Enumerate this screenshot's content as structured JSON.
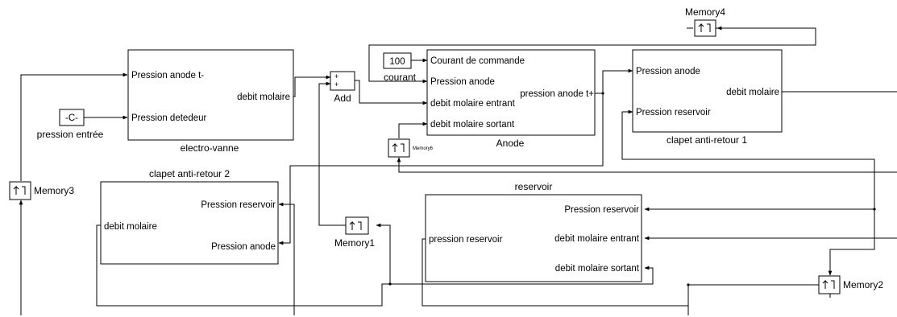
{
  "blocks": {
    "electro_vanne": {
      "title": "electro-vanne",
      "inputs": [
        "Pression anode t-",
        "Pression detedeur"
      ],
      "outputs": [
        "debit molaire"
      ]
    },
    "anode": {
      "title": "Anode",
      "inputs": [
        "Courant de commande",
        "Pression anode",
        "debit molaire entrant",
        "debit molaire sortant"
      ],
      "outputs": [
        "pression anode t+"
      ]
    },
    "clapet_1": {
      "title": "clapet anti-retour 1",
      "inputs": [
        "Pression anode",
        "Pression reservoir"
      ],
      "outputs": [
        "debit molaire"
      ]
    },
    "clapet_2": {
      "title": "clapet anti-retour 2",
      "inputs": [
        "Pression reservoir",
        "Pression anode"
      ],
      "outputs": [
        "debit molaire"
      ]
    },
    "reservoir": {
      "title": "reservoir",
      "inputs": [
        "Pression reservoir",
        "debit molaire entrant",
        "debit molaire sortant"
      ],
      "outputs": [
        "pression reservoir"
      ]
    },
    "add": {
      "title": "Add",
      "signs": [
        "+",
        "+"
      ]
    },
    "const_courant": {
      "value": "100",
      "label": "courant"
    },
    "const_pression": {
      "value": "-C-",
      "label": "pression entrée"
    },
    "memory": [
      "Memory1",
      "Memory2",
      "Memory3",
      "Memory4",
      "Memory6"
    ]
  }
}
